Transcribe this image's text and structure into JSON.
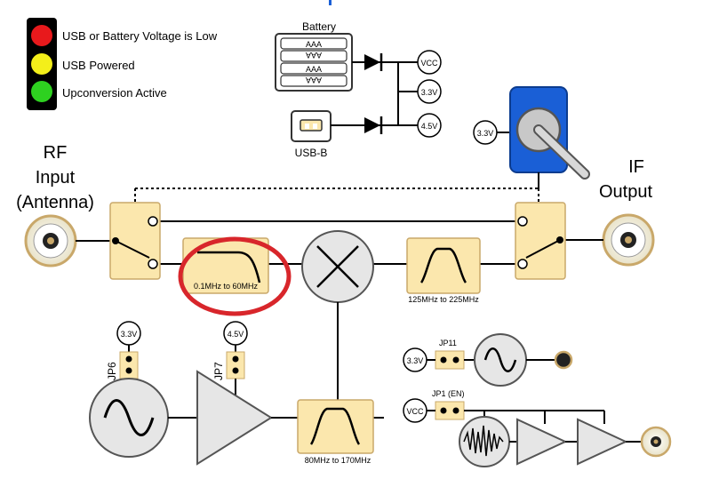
{
  "legend": {
    "items": [
      {
        "label": "USB or Battery Voltage is Low",
        "color": "#e8191c"
      },
      {
        "label": "USB Powered",
        "color": "#f4ef1a"
      },
      {
        "label": "Upconversion Active",
        "color": "#2ed120"
      }
    ]
  },
  "power": {
    "battery_label": "Battery",
    "cells": [
      "AAA",
      "AAA",
      "AAA",
      "AAA"
    ],
    "usb_label": "USB-B",
    "rails": [
      "VCC",
      "3.3V",
      "4.5V"
    ]
  },
  "switch_supply": "3.3V",
  "rf_input": {
    "line1": "RF",
    "line2": "Input",
    "line3": "(Antenna)"
  },
  "if_output": {
    "line1": "IF",
    "line2": "Output"
  },
  "filters": {
    "lowpass": "0.1MHz to 60MHz",
    "bandpass_if": "125MHz to 225MHz",
    "bandpass_lo": "80MHz to 170MHz"
  },
  "jumpers": {
    "jp6": {
      "label": "JP6",
      "supply": "3.3V"
    },
    "jp7": {
      "label": "JP7",
      "supply": "4.5V"
    },
    "jp11": {
      "label": "JP11",
      "supply": "3.3V"
    },
    "jp1": {
      "label": "JP1 (EN)",
      "supply": "VCC"
    }
  },
  "colors": {
    "block_fill": "#fbe7ad",
    "block_stroke": "#c9a86a",
    "highlight_circle": "#d8262b",
    "switch_blue": "#1a5fd6"
  }
}
